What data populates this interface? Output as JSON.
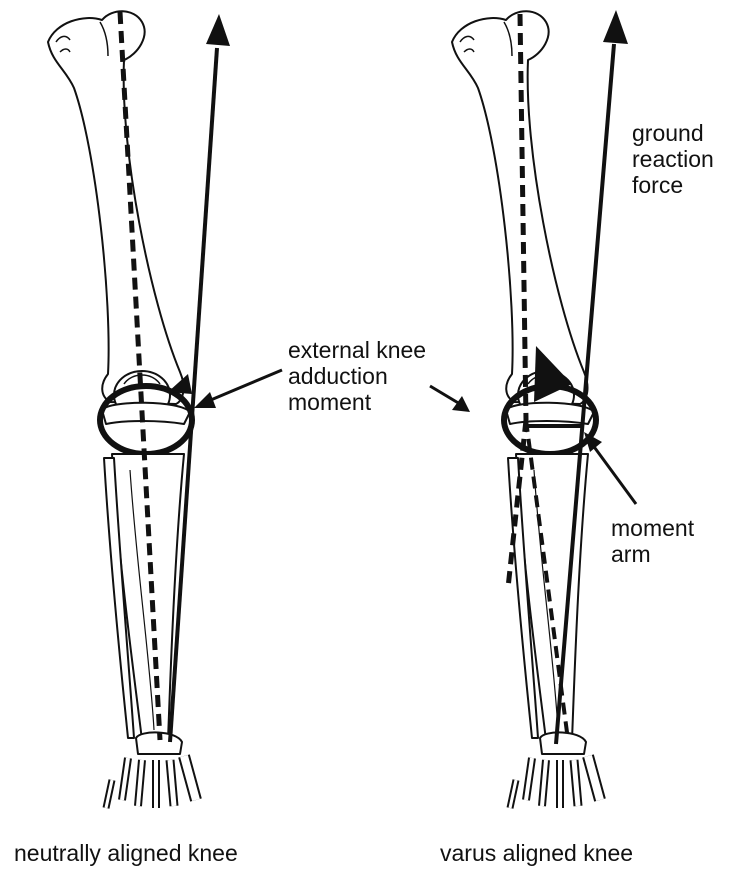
{
  "labels": {
    "grf": [
      "ground",
      "reaction",
      "force"
    ],
    "kam": [
      "external knee",
      "adduction",
      "moment"
    ],
    "arm": [
      "moment",
      "arm"
    ]
  },
  "captions": {
    "left": "neutrally aligned knee",
    "right": "varus aligned knee"
  },
  "colors": {
    "ink": "#111111",
    "bone_fill": "#ffffff"
  }
}
